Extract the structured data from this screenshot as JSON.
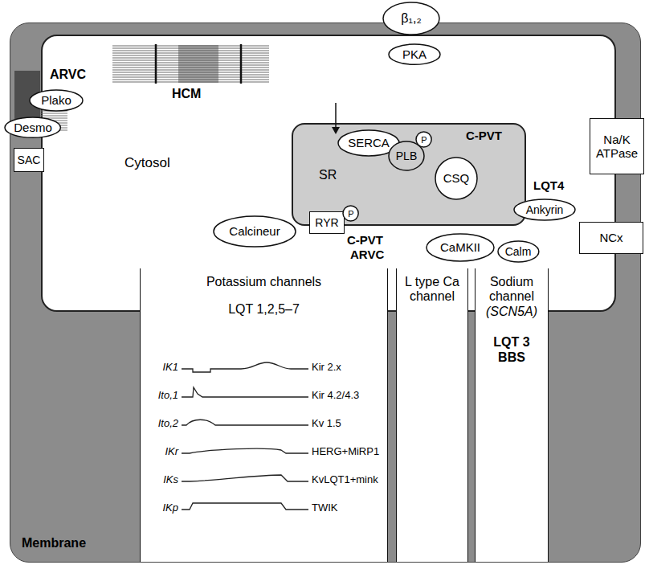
{
  "diagram": {
    "nodes": [
      {
        "text": [
          "Membrane"
        ]
      },
      {
        "text": [
          "Cytosol"
        ],
        "in": 0
      },
      {
        "text": [
          "Plako"
        ]
      },
      {
        "text": [
          "Desmo"
        ]
      },
      {
        "text": [
          "SAC"
        ],
        "in": 0
      },
      {
        "text": [
          "β₁,₂"
        ]
      },
      {
        "text": [
          "PKA"
        ],
        "in": 1
      },
      {
        "text": [
          "SR"
        ],
        "in": 1
      },
      {
        "text": [
          "SERCA"
        ],
        "in": 7
      },
      {
        "text": [
          "PLB"
        ],
        "in": 7
      },
      {
        "text": [
          "P"
        ],
        "in": 7
      },
      {
        "text": [
          "CSQ"
        ],
        "in": 7
      },
      {
        "text": [
          "RYR"
        ],
        "in": 7
      },
      {
        "text": [
          "P"
        ],
        "in": 7
      },
      {
        "text": [
          "Calcineur"
        ],
        "in": 1
      },
      {
        "text": [
          "CaMKII"
        ],
        "in": 1
      },
      {
        "text": [
          "Calm"
        ],
        "in": 1
      },
      {
        "text": [
          "Ankyrin"
        ],
        "in": 1
      },
      {
        "text": [
          "Na/K ATPase"
        ],
        "in": 0
      },
      {
        "text": [
          "NCx"
        ],
        "in": 0
      },
      {
        "text": [
          "Potassium channels",
          "LQT 1,2,5–7"
        ],
        "in": 0
      },
      {
        "text": [
          "L type Ca channel"
        ],
        "in": 0
      },
      {
        "text": [
          "Sodium channel",
          "(SCN5A)",
          "LQT 3 BBS"
        ],
        "in": 0
      }
    ],
    "labels": [
      "ARVC",
      "HCM",
      "C-PVT",
      "C-PVT",
      "ARVC",
      "LQT4",
      "IK1",
      "Ito,1",
      "Ito,2",
      "IKr",
      "IKs",
      "IKp",
      "Kir 2.x",
      "Kir 4.2/4.3",
      "Kv 1.5",
      "HERG+MiRP1",
      "KvLQT1+mink",
      "TWIK"
    ]
  }
}
